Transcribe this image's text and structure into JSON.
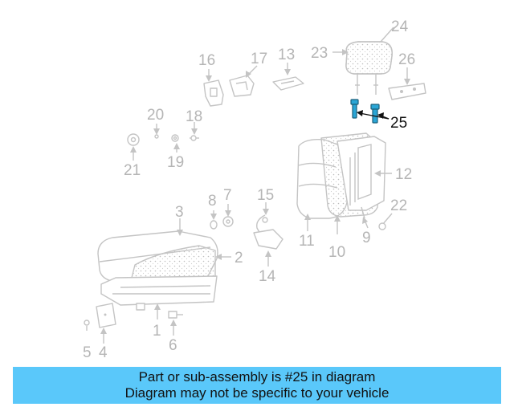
{
  "diagram": {
    "highlight_color": "#2aa6d6",
    "labels": {
      "p1": "1",
      "p2": "2",
      "p3": "3",
      "p4": "4",
      "p5": "5",
      "p6": "6",
      "p8": "8",
      "p7": "7",
      "p9": "9",
      "p10": "10",
      "p11": "11",
      "p12": "12",
      "p13": "13",
      "p14": "14",
      "p15": "15",
      "p16": "16",
      "p17": "17",
      "p18": "18",
      "p19": "19",
      "p20": "20",
      "p21": "21",
      "p22": "22",
      "p23": "23",
      "p24": "24",
      "p25": "25",
      "p26": "26"
    }
  },
  "banner": {
    "background": "#5ac8fa",
    "line1": "Part or sub-assembly is #25 in diagram",
    "line2": "Diagram may not be specific to your vehicle"
  }
}
